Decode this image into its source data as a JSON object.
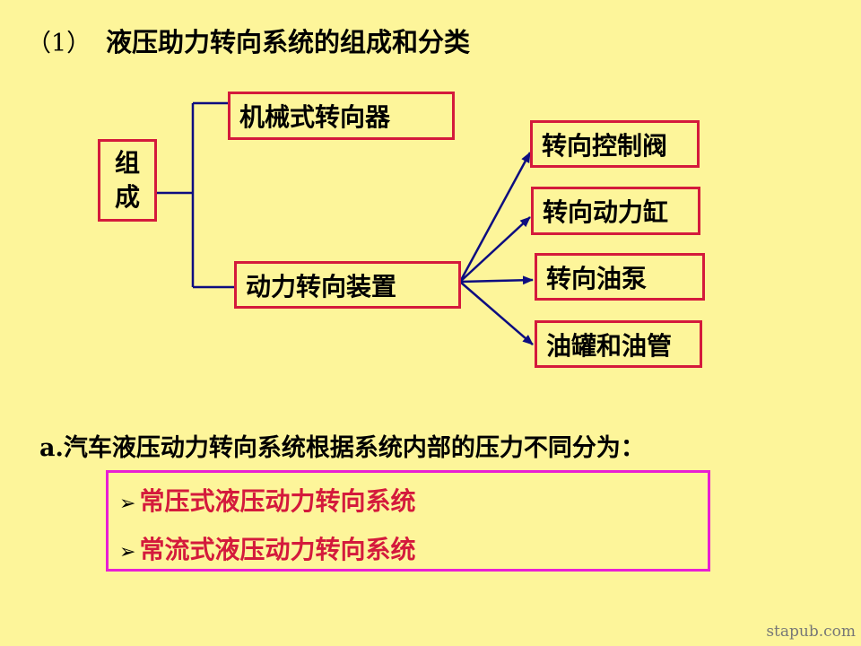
{
  "title": {
    "number": "（1）",
    "text": "液压助力转向系统的组成和分类"
  },
  "tree": {
    "root": [
      "组",
      "成"
    ],
    "branch_mechanical": "机械式转向器",
    "branch_power": "动力转向装置",
    "power_children": [
      "转向控制阀",
      "转向动力缸",
      "转向油泵",
      "油罐和油管"
    ]
  },
  "classification": {
    "lead": "a.",
    "text": "汽车液压动力转向系统根据系统内部的压力不同分为：",
    "items": [
      "常压式液压动力转向系统",
      "常流式液压动力转向系统"
    ],
    "bullet_icon": "arrow-bullet-icon"
  },
  "watermark": "stapub.com",
  "colors": {
    "background": "#fdf59a",
    "box_border": "#d41a3c",
    "connector": "#0d0d80",
    "type_box_border": "#e81fd4",
    "type_text": "#d41a3c"
  }
}
